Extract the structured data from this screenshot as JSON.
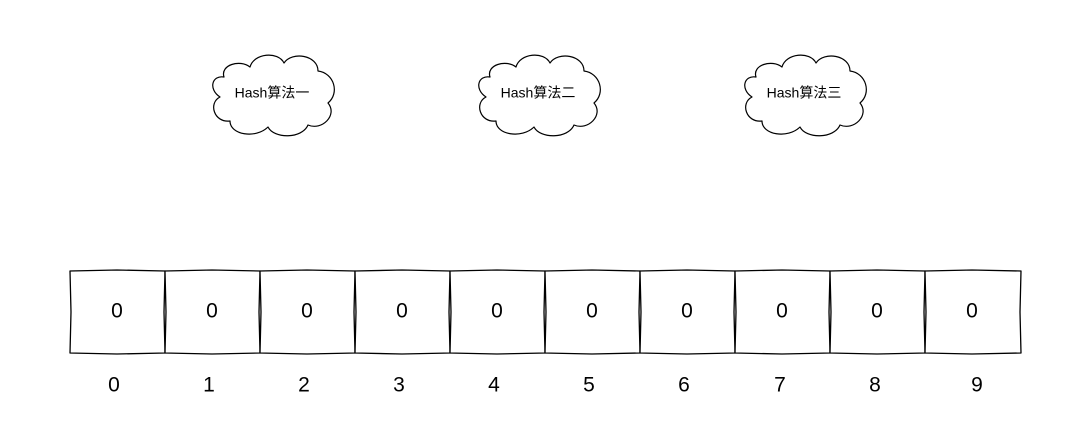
{
  "hash_functions": [
    {
      "label": "Hash算法一"
    },
    {
      "label": "Hash算法二"
    },
    {
      "label": "Hash算法三"
    }
  ],
  "bit_array": {
    "values": [
      "0",
      "0",
      "0",
      "0",
      "0",
      "0",
      "0",
      "0",
      "0",
      "0"
    ],
    "indices": [
      "0",
      "1",
      "2",
      "3",
      "4",
      "5",
      "6",
      "7",
      "8",
      "9"
    ]
  },
  "colors": {
    "stroke": "#000000",
    "fill": "#ffffff",
    "text": "#000000"
  }
}
